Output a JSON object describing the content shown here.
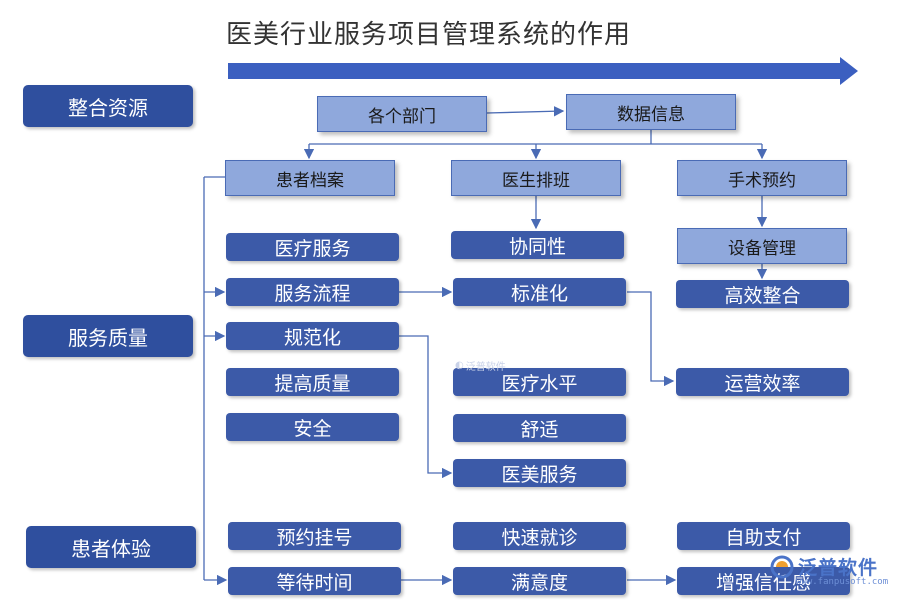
{
  "title": "医美行业服务项目管理系统的作用",
  "categories": {
    "integrate": "整合资源",
    "quality": "服务质量",
    "experience": "患者体验"
  },
  "top": {
    "departments": "各个部门",
    "data_info": "数据信息"
  },
  "columns": {
    "patient_records": "患者档案",
    "doctor_schedule": "医生排班",
    "surgery_booking": "手术预约",
    "equipment_mgmt": "设备管理"
  },
  "items": {
    "medical_service": "医疗服务",
    "service_flow": "服务流程",
    "standardize_1": "规范化",
    "improve_quality": "提高质量",
    "safety": "安全",
    "collaboration": "协同性",
    "standardize_2": "标准化",
    "medical_level": "医疗水平",
    "comfort": "舒适",
    "aesthetic_service": "医美服务",
    "efficient_integration": "高效整合",
    "operation_efficiency": "运营效率",
    "booking_register": "预约挂号",
    "quick_visit": "快速就诊",
    "self_payment": "自助支付",
    "waiting_time": "等待时间",
    "satisfaction": "满意度",
    "trust": "增强信任感"
  },
  "watermark": {
    "small": "泛普软件",
    "brand": "泛普软件",
    "url": "www.fanpusoft.com"
  },
  "colors": {
    "category_bg": "#2f4f9e",
    "light_box_bg": "#8fa8dc",
    "dark_box_bg": "#3c5aa8",
    "arrow": "#3b5fc0",
    "line": "#4a6bb5"
  }
}
